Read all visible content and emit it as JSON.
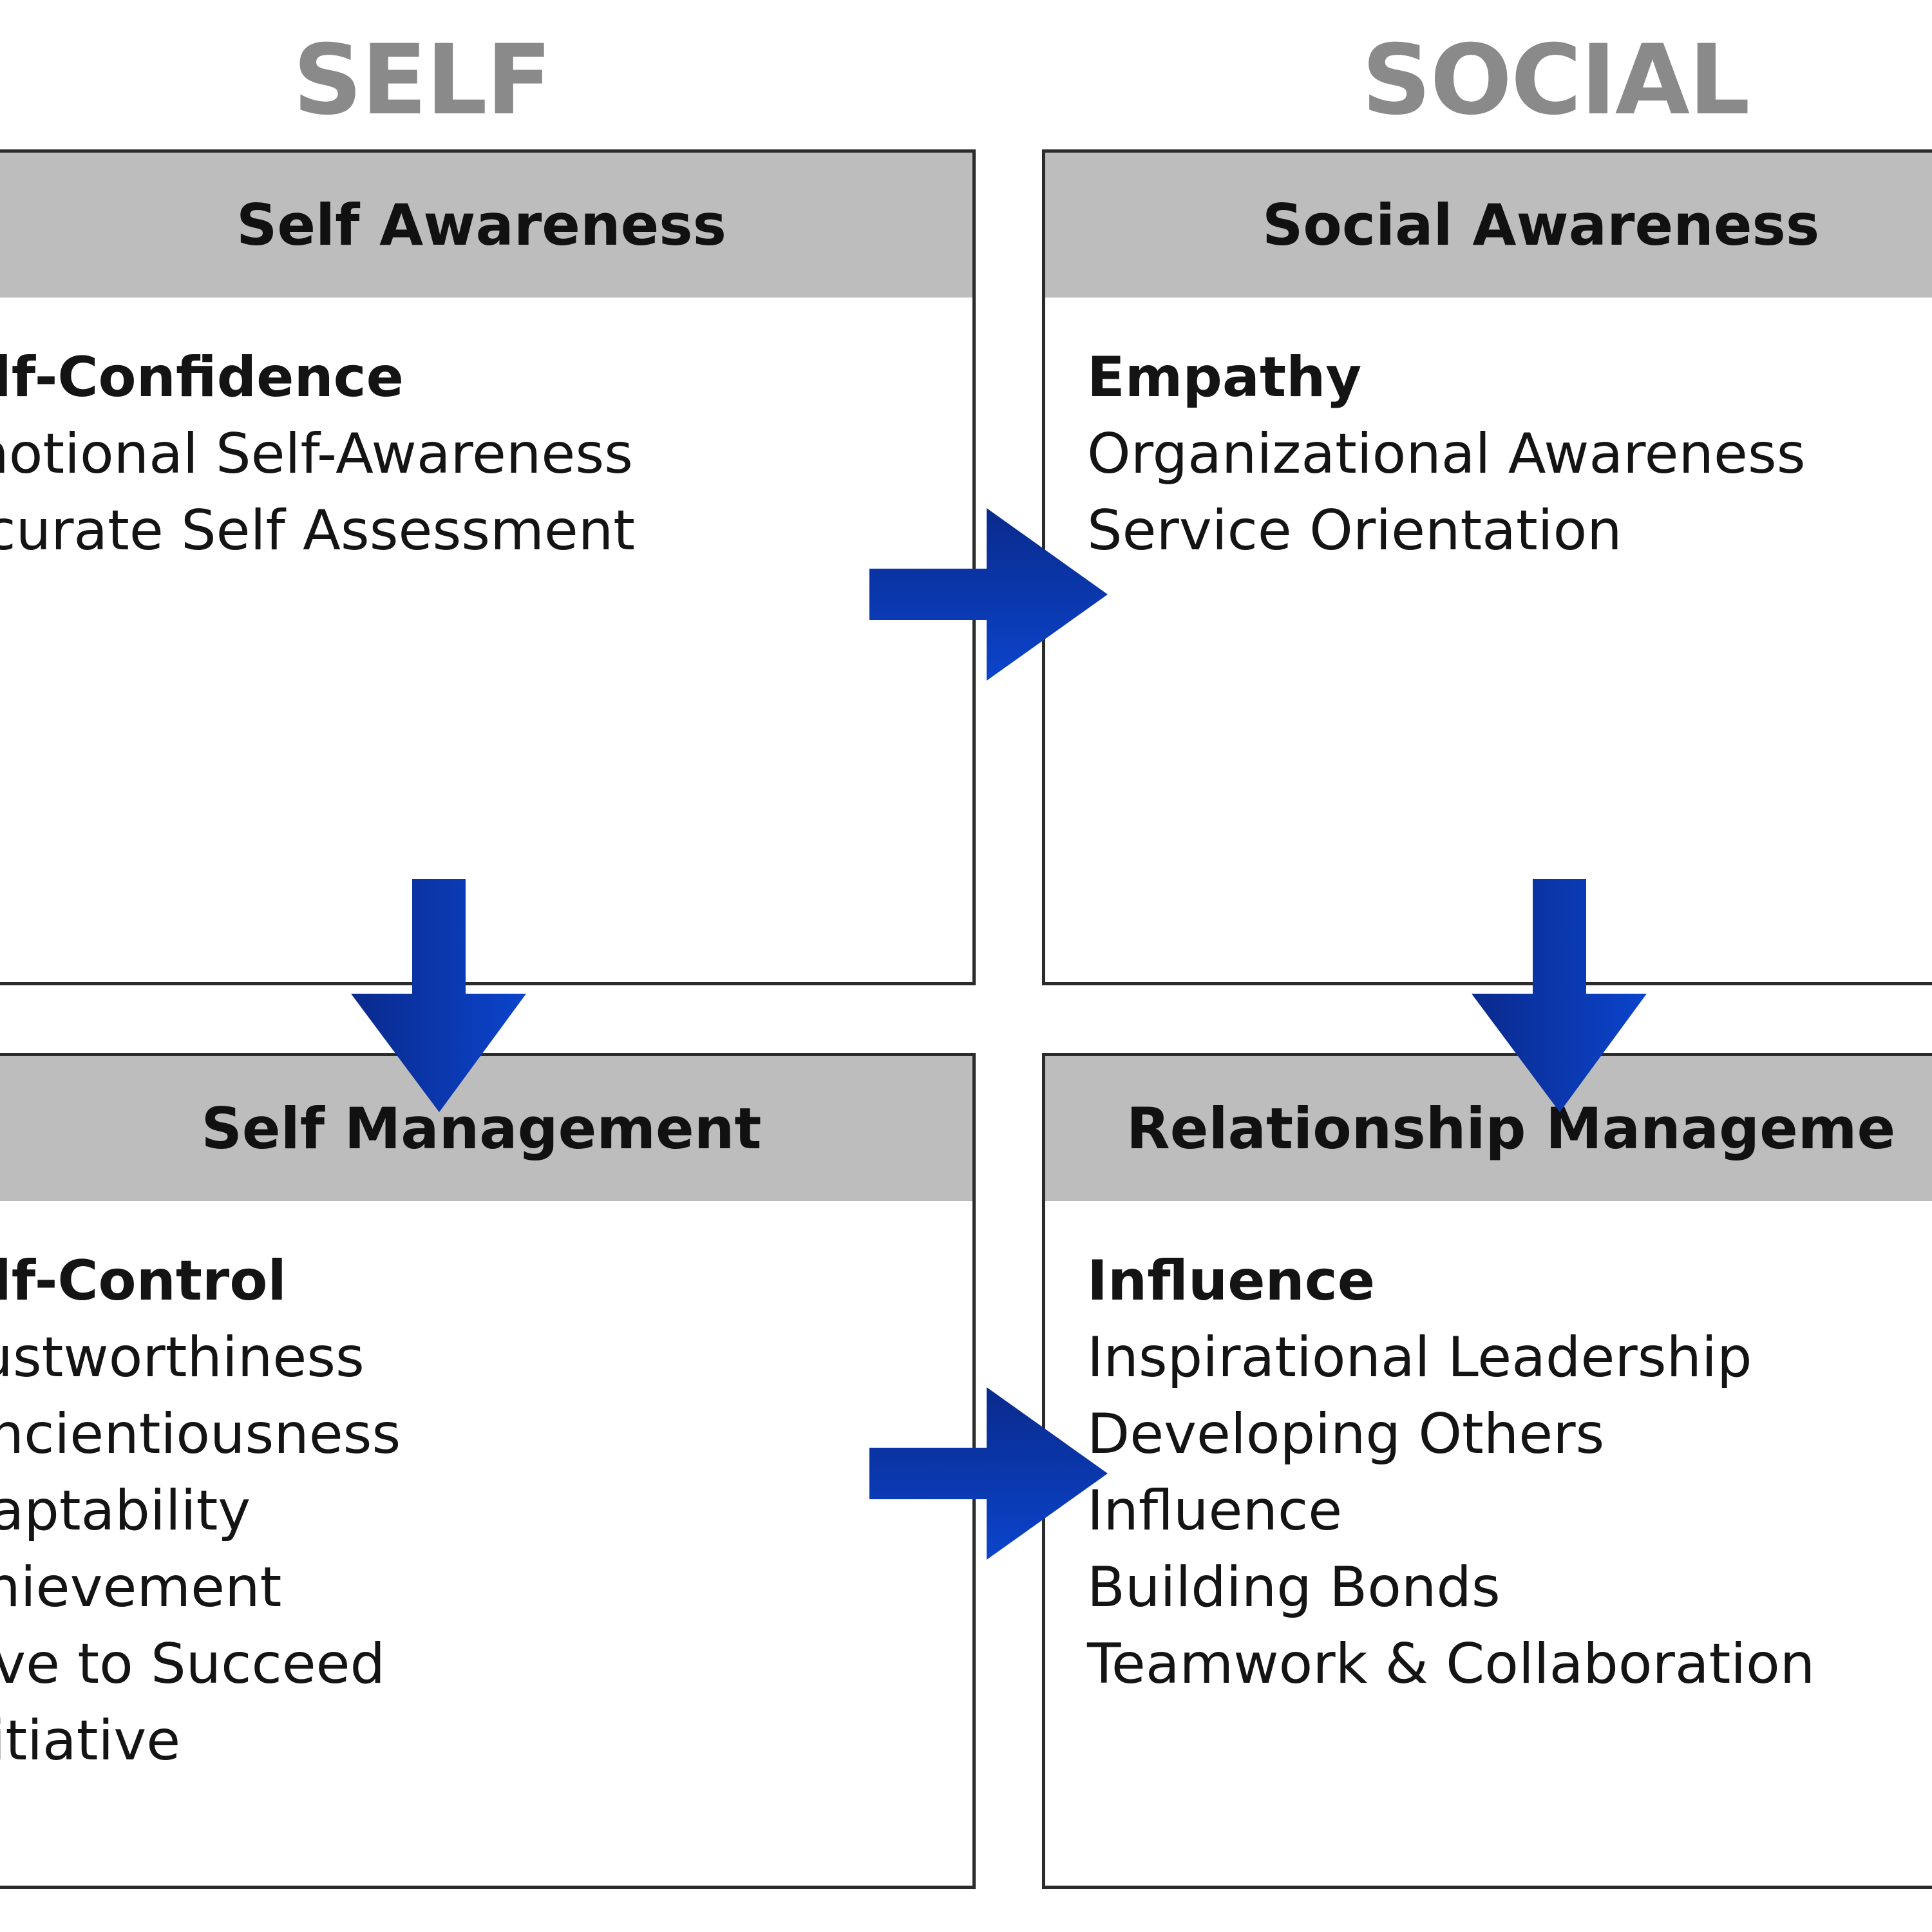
{
  "columns": {
    "self": "SELF",
    "social": "SOCIAL"
  },
  "quadrants": [
    {
      "title": "Self Awareness",
      "lead": "elf-Confidence",
      "items": [
        "motional Self-Awareness",
        "ccurate Self Assessment"
      ]
    },
    {
      "title": "Social Awareness",
      "lead": "Empathy",
      "items": [
        "Organizational Awareness",
        "Service Orientation"
      ]
    },
    {
      "title": "Self Management",
      "lead": "elf-Control",
      "items": [
        "rustworthiness",
        "oncientiousness",
        "daptability",
        "chievement",
        "rive to Succeed",
        "nitiative"
      ]
    },
    {
      "title": "Relationship Manageme",
      "lead": "Influence",
      "items": [
        "Inspirational Leadership",
        "Developing Others",
        "Influence",
        "Building Bonds",
        "Teamwork & Collaboration"
      ]
    }
  ],
  "colors": {
    "heading": "#8a8a8a",
    "header_bar": "#bdbdbd",
    "border": "#2b2b2b",
    "arrow_dark": "#0a2a8c",
    "arrow_light": "#0b44cc"
  },
  "arrows": [
    {
      "name": "arrow-self-awareness-to-social-awareness",
      "direction": "right"
    },
    {
      "name": "arrow-self-awareness-to-self-management",
      "direction": "down"
    },
    {
      "name": "arrow-social-awareness-to-relationship-management",
      "direction": "down"
    },
    {
      "name": "arrow-self-management-to-relationship-management",
      "direction": "right"
    }
  ]
}
